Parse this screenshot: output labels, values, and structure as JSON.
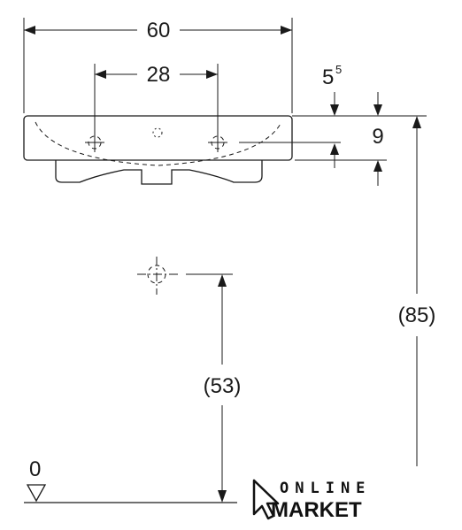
{
  "drawing": {
    "dimensions": {
      "width": "60",
      "hole_spacing": "28",
      "rim_thickness_base": "5",
      "rim_thickness_sup": "5",
      "depth": "9",
      "rim_height": "(85)",
      "drain_height": "(53)",
      "floor_level": "0"
    }
  },
  "logo": {
    "line1": "ONLINE",
    "line2": "MARKET"
  }
}
